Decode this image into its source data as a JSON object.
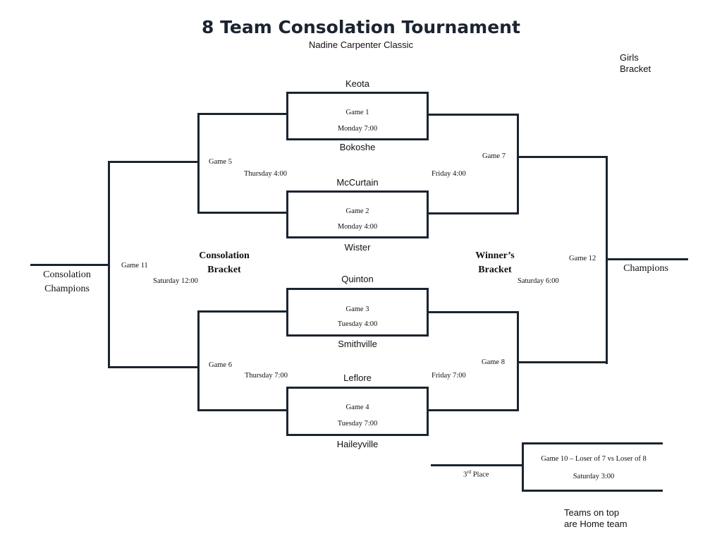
{
  "title": "8 Team Consolation Tournament",
  "subtitle": "Nadine Carpenter Classic",
  "corner_label": [
    "Girls",
    "Bracket"
  ],
  "teams": {
    "keota": "Keota",
    "bokoshe": "Bokoshe",
    "mccurtain": "McCurtain",
    "wister": "Wister",
    "quinton": "Quinton",
    "smithville": "Smithville",
    "leflore": "Leflore",
    "haileyville": "Haileyville"
  },
  "games": {
    "g1": {
      "name": "Game 1",
      "time": "Monday 7:00"
    },
    "g2": {
      "name": "Game 2",
      "time": "Monday 4:00"
    },
    "g3": {
      "name": "Game 3",
      "time": "Tuesday 4:00"
    },
    "g4": {
      "name": "Game 4",
      "time": "Tuesday 7:00"
    },
    "g5": {
      "name": "Game 5",
      "time": "Thursday 4:00"
    },
    "g6": {
      "name": "Game 6",
      "time": "Thursday 7:00"
    },
    "g7": {
      "name": "Game 7",
      "time": "Friday 4:00"
    },
    "g8": {
      "name": "Game 8",
      "time": "Friday 7:00"
    },
    "g11": {
      "name": "Game 11",
      "time": "Saturday 12:00"
    },
    "g12": {
      "name": "Game 12",
      "time": "Saturday 6:00"
    },
    "g10": {
      "name": "Game 10 – Loser of 7 vs Loser of 8",
      "time": "Saturday 3:00"
    }
  },
  "brackets": {
    "consolation": [
      "Consolation",
      "Bracket"
    ],
    "winners": [
      "Winner’s",
      "Bracket"
    ]
  },
  "consolation_champions": [
    "Consolation",
    "Champions"
  ],
  "champions": "Champions",
  "third_place": {
    "ordinal": "3",
    "suffix": "rd",
    "label": "Place"
  },
  "footnote": [
    "Teams on top",
    "are Home team"
  ]
}
